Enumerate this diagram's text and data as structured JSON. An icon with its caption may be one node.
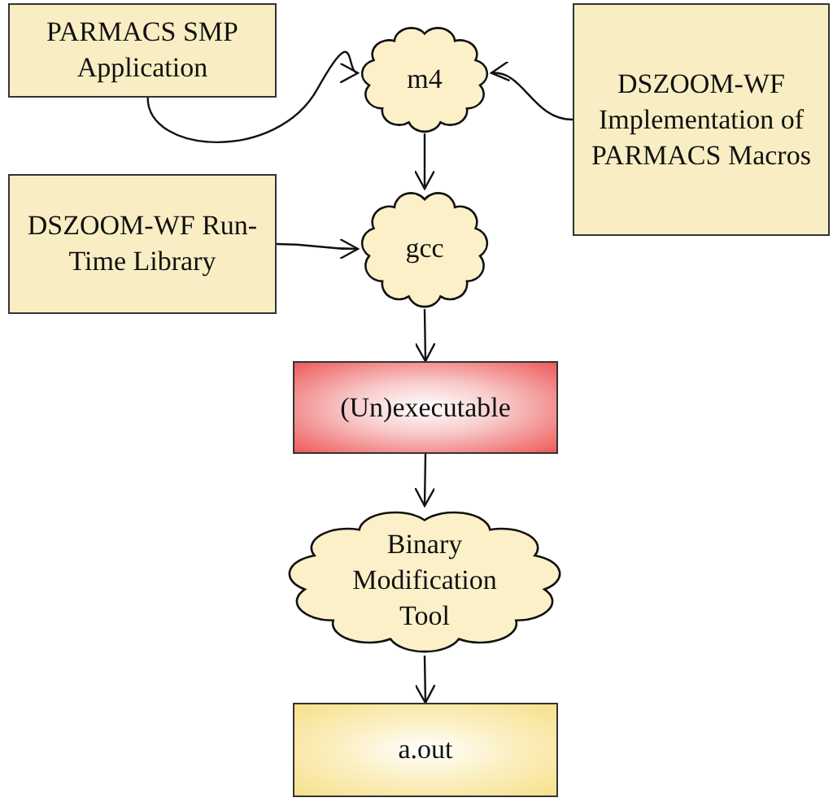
{
  "diagram": {
    "nodes": [
      {
        "text": [
          "PARMACS SMP Application"
        ]
      },
      {
        "text": [
          "m4"
        ]
      },
      {
        "text": [
          "DSZOOM-WF Implementation of PARMACS Macros"
        ]
      },
      {
        "text": [
          "DSZOOM-WF Run-Time Library"
        ]
      },
      {
        "text": [
          "gcc"
        ]
      },
      {
        "text": [
          "(Un)executable"
        ]
      },
      {
        "text": [
          "Binary Modification Tool"
        ]
      },
      {
        "text": [
          "a.out"
        ]
      }
    ],
    "edges": [
      {
        "from": 0,
        "to": 1,
        "arrow": "to"
      },
      {
        "from": 2,
        "to": 1,
        "arrow": "to"
      },
      {
        "from": 1,
        "to": 4,
        "arrow": "to"
      },
      {
        "from": 3,
        "to": 4,
        "arrow": "to"
      },
      {
        "from": 4,
        "to": 5,
        "arrow": "to"
      },
      {
        "from": 5,
        "to": 6,
        "arrow": "to"
      },
      {
        "from": 6,
        "to": 7,
        "arrow": "to"
      }
    ]
  }
}
